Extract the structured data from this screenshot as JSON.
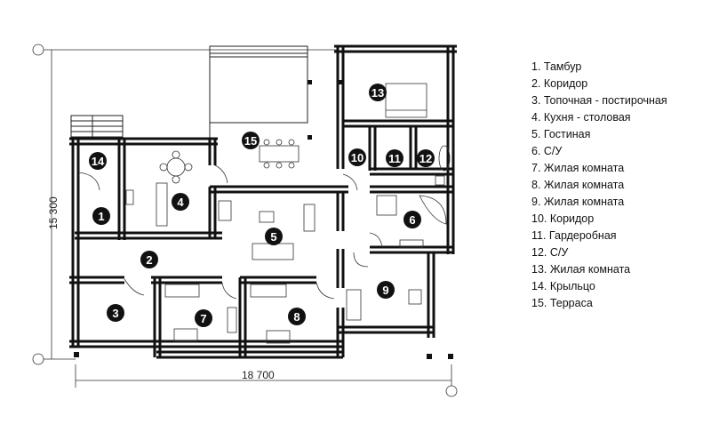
{
  "dimensions": {
    "width_label": "18 700",
    "height_label": "15 300"
  },
  "rooms": [
    {
      "num": "1",
      "name": "Тамбур"
    },
    {
      "num": "2",
      "name": "Коридор"
    },
    {
      "num": "3",
      "name": "Топочная - постирочная"
    },
    {
      "num": "4",
      "name": "Кухня - столовая"
    },
    {
      "num": "5",
      "name": "Гостиная"
    },
    {
      "num": "6",
      "name": "С/У"
    },
    {
      "num": "7",
      "name": "Жилая комната"
    },
    {
      "num": "8",
      "name": "Жилая комната"
    },
    {
      "num": "9",
      "name": "Жилая комната"
    },
    {
      "num": "10",
      "name": "Коридор"
    },
    {
      "num": "11",
      "name": "Гардеробная"
    },
    {
      "num": "12",
      "name": "С/У"
    },
    {
      "num": "13",
      "name": "Жилая комната"
    },
    {
      "num": "14",
      "name": "Крыльцо"
    },
    {
      "num": "15",
      "name": "Терраса"
    }
  ],
  "legend": [
    "1. Тамбур",
    "2. Коридор",
    "3. Топочная - постирочная",
    "4. Кухня - столовая",
    "5. Гостиная",
    "6. С/У",
    "7. Жилая комната",
    "8. Жилая комната",
    "9. Жилая комната",
    "10. Коридор",
    "11. Гардеробная",
    "12. С/У",
    "13. Жилая комната",
    "14. Крыльцо",
    "15. Терраса"
  ]
}
